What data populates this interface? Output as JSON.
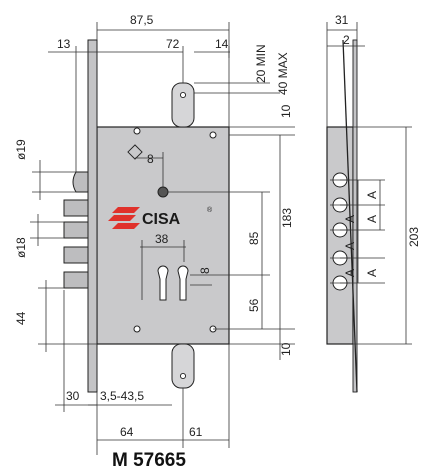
{
  "brand": {
    "name": "CISA",
    "registered": "®",
    "logo_color": "#e0312b"
  },
  "model": "M 57665",
  "dimensions": {
    "top_width": "87,5",
    "top_left": "13",
    "backset_72": "72",
    "plate_14": "14",
    "min_20": "20 MIN",
    "max_40": "40 MAX",
    "top_10": "10",
    "dia_19": "ø19",
    "small_8_top": "8",
    "height_183": "183",
    "height_85": "85",
    "dia_18": "ø18",
    "spacing_38": "38",
    "small_8_mid": "8",
    "dist_44": "44",
    "dist_56": "56",
    "bottom_10": "10",
    "dist_30": "30",
    "range": "3,5-43,5",
    "bottom_64": "64",
    "bottom_61": "61",
    "side_31": "31",
    "side_2": "2",
    "side_203": "203",
    "bolt_spacing": [
      "A",
      "A",
      "A",
      "A",
      "A",
      "A"
    ]
  },
  "colors": {
    "lockcase": "#c9c9cb",
    "faceplate": "#c4c4c6",
    "bolt": "#bdbdbf",
    "line": "#333333"
  }
}
